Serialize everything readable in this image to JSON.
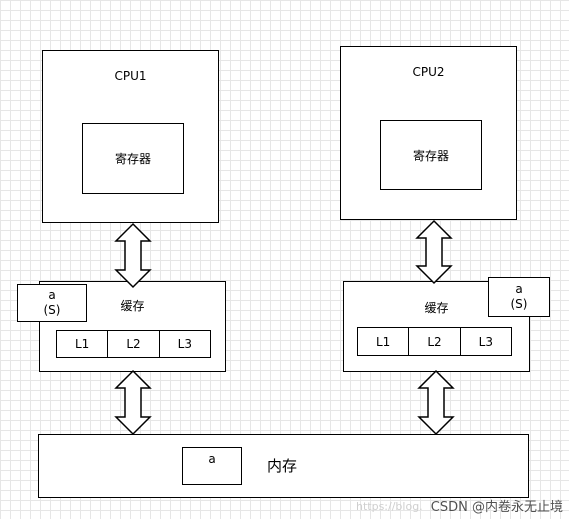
{
  "cpu1": {
    "title": "CPU1",
    "register": "寄存器"
  },
  "cpu2": {
    "title": "CPU2",
    "register": "寄存器"
  },
  "cache_left": {
    "title": "缓存",
    "levels": [
      "L1",
      "L2",
      "L3"
    ],
    "tag_var": "a",
    "tag_state": "(S)"
  },
  "cache_right": {
    "title": "缓存",
    "levels": [
      "L1",
      "L2",
      "L3"
    ],
    "tag_var": "a",
    "tag_state": "(S)"
  },
  "memory": {
    "title": "内存",
    "var": "a"
  },
  "watermark": {
    "text": "CSDN @内卷永无止境",
    "ghost": "https://blog."
  }
}
